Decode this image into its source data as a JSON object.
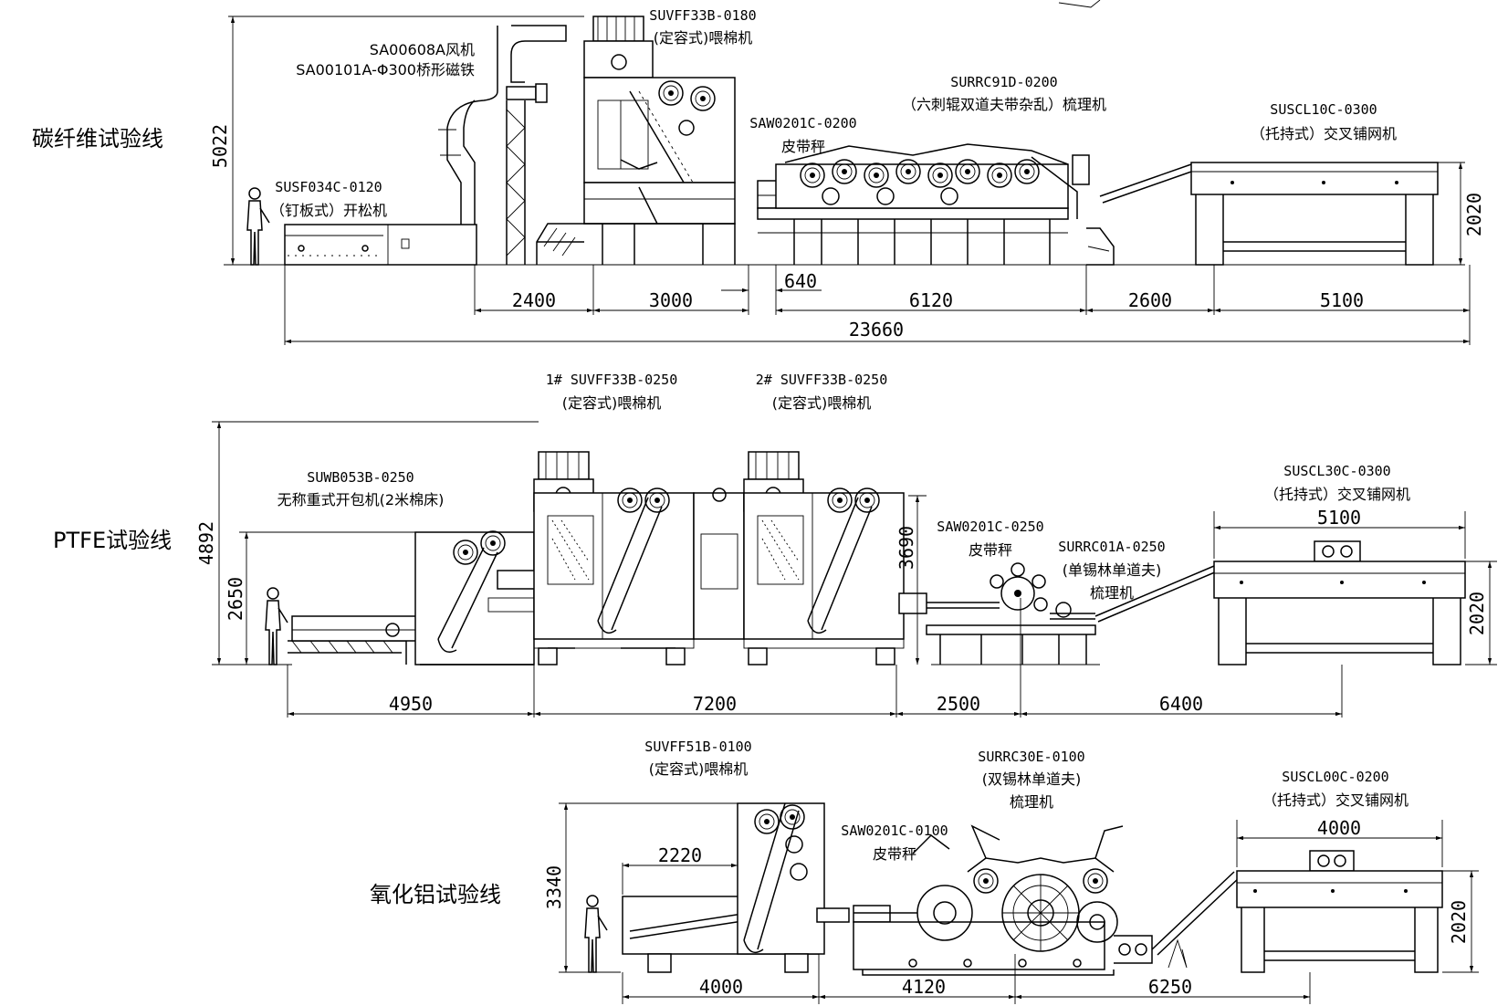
{
  "lines": [
    {
      "title": "碳纤维试验线",
      "height_dim": "5022",
      "machines": [
        {
          "code": "SUSF034C-0120",
          "desc": "（钉板式）开松机"
        },
        {
          "code": "SA00608A风机",
          "desc": "SA00101A-Φ300桥形磁铁"
        },
        {
          "code": "SUVFF33B-0180",
          "desc": "(定容式)喂棉机"
        },
        {
          "code": "SAW0201C-0200",
          "desc": "皮带秤"
        },
        {
          "code": "SURRC91D-0200",
          "desc": "（六刺辊双道夫带杂乱）梳理机"
        },
        {
          "code": "SUSCL10C-0300",
          "desc": "（托持式）交叉铺网机"
        }
      ],
      "dims": [
        "2400",
        "3000",
        "640",
        "6120",
        "2600",
        "5100",
        "2020",
        "23660"
      ]
    },
    {
      "title": "PTFE试验线",
      "height_dims": [
        "4892",
        "2650",
        "3690"
      ],
      "machines": [
        {
          "code": "SUWB053B-0250",
          "desc": "无称重式开包机(2米棉床)"
        },
        {
          "code": "1# SUVFF33B-0250",
          "desc": "(定容式)喂棉机"
        },
        {
          "code": "2# SUVFF33B-0250",
          "desc": "(定容式)喂棉机"
        },
        {
          "code": "SAW0201C-0250",
          "desc": "皮带秤"
        },
        {
          "code": "SURRC01A-0250",
          "desc": "(单锡林单道夫)",
          "desc2": "梳理机"
        },
        {
          "code": "SUSCL30C-0300",
          "desc": "（托持式）交叉铺网机"
        }
      ],
      "dims": [
        "4950",
        "7200",
        "2500",
        "6400",
        "5100",
        "2020"
      ]
    },
    {
      "title": "氧化铝试验线",
      "height_dim": "3340",
      "machines": [
        {
          "code": "SUVFF51B-0100",
          "desc": "(定容式)喂棉机"
        },
        {
          "code": "SAW0201C-0100",
          "desc": "皮带秤"
        },
        {
          "code": "SURRC30E-0100",
          "desc": "(双锡林单道夫)",
          "desc2": "梳理机"
        },
        {
          "code": "SUSCL00C-0200",
          "desc": "（托持式）交叉铺网机"
        }
      ],
      "dims": [
        "2220",
        "4000",
        "4120",
        "6250",
        "4000",
        "2020"
      ]
    }
  ]
}
